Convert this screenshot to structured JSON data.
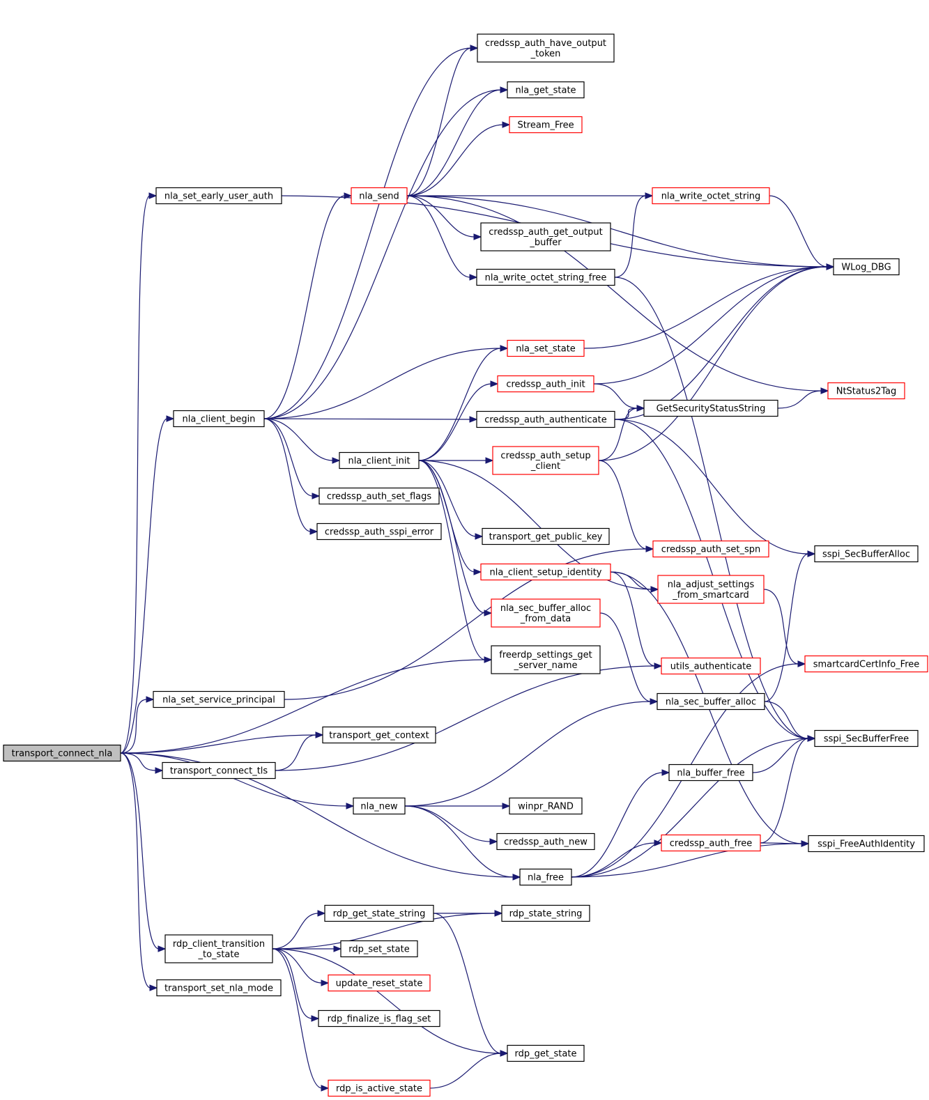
{
  "colors": {
    "edge": "#191970",
    "box_black": "#000000",
    "box_red": "#ff0000",
    "root_fill": "#bfbfbf",
    "fill": "#ffffff"
  },
  "nodes": [
    {
      "id": "transport_connect_nla",
      "lines": [
        "transport_connect_nla"
      ],
      "style": "root"
    },
    {
      "id": "nla_set_early_user_auth",
      "lines": [
        "nla_set_early_user_auth"
      ],
      "style": "black"
    },
    {
      "id": "nla_client_begin",
      "lines": [
        "nla_client_begin"
      ],
      "style": "black"
    },
    {
      "id": "nla_set_service_principal",
      "lines": [
        "nla_set_service_principal"
      ],
      "style": "black"
    },
    {
      "id": "transport_connect_tls",
      "lines": [
        "transport_connect_tls"
      ],
      "style": "black"
    },
    {
      "id": "rdp_client_transition_to_state",
      "lines": [
        "rdp_client_transition",
        "_to_state"
      ],
      "style": "black"
    },
    {
      "id": "transport_set_nla_mode",
      "lines": [
        "transport_set_nla_mode"
      ],
      "style": "black"
    },
    {
      "id": "nla_send",
      "lines": [
        "nla_send"
      ],
      "style": "red"
    },
    {
      "id": "nla_client_init",
      "lines": [
        "nla_client_init"
      ],
      "style": "black"
    },
    {
      "id": "credssp_auth_set_flags",
      "lines": [
        "credssp_auth_set_flags"
      ],
      "style": "black"
    },
    {
      "id": "credssp_auth_sspi_error",
      "lines": [
        "credssp_auth_sspi_error"
      ],
      "style": "black"
    },
    {
      "id": "transport_get_context",
      "lines": [
        "transport_get_context"
      ],
      "style": "black"
    },
    {
      "id": "nla_new",
      "lines": [
        "nla_new"
      ],
      "style": "black"
    },
    {
      "id": "rdp_get_state_string",
      "lines": [
        "rdp_get_state_string"
      ],
      "style": "black"
    },
    {
      "id": "rdp_set_state",
      "lines": [
        "rdp_set_state"
      ],
      "style": "black"
    },
    {
      "id": "update_reset_state",
      "lines": [
        "update_reset_state"
      ],
      "style": "red"
    },
    {
      "id": "rdp_finalize_is_flag_set",
      "lines": [
        "rdp_finalize_is_flag_set"
      ],
      "style": "black"
    },
    {
      "id": "rdp_is_active_state",
      "lines": [
        "rdp_is_active_state"
      ],
      "style": "red"
    },
    {
      "id": "credssp_auth_have_output_token",
      "lines": [
        "credssp_auth_have_output",
        "_token"
      ],
      "style": "black"
    },
    {
      "id": "nla_get_state",
      "lines": [
        "nla_get_state"
      ],
      "style": "black"
    },
    {
      "id": "Stream_Free",
      "lines": [
        "Stream_Free"
      ],
      "style": "red"
    },
    {
      "id": "credssp_auth_get_output_buffer",
      "lines": [
        "credssp_auth_get_output",
        "_buffer"
      ],
      "style": "black"
    },
    {
      "id": "nla_write_octet_string_free",
      "lines": [
        "nla_write_octet_string_free"
      ],
      "style": "black"
    },
    {
      "id": "nla_set_state",
      "lines": [
        "nla_set_state"
      ],
      "style": "red"
    },
    {
      "id": "credssp_auth_init",
      "lines": [
        "credssp_auth_init"
      ],
      "style": "red"
    },
    {
      "id": "credssp_auth_authenticate",
      "lines": [
        "credssp_auth_authenticate"
      ],
      "style": "black"
    },
    {
      "id": "credssp_auth_setup_client",
      "lines": [
        "credssp_auth_setup",
        "_client"
      ],
      "style": "red"
    },
    {
      "id": "transport_get_public_key",
      "lines": [
        "transport_get_public_key"
      ],
      "style": "black"
    },
    {
      "id": "nla_client_setup_identity",
      "lines": [
        "nla_client_setup_identity"
      ],
      "style": "red"
    },
    {
      "id": "nla_sec_buffer_alloc_from_data",
      "lines": [
        "nla_sec_buffer_alloc",
        "_from_data"
      ],
      "style": "red"
    },
    {
      "id": "freerdp_settings_get_server_name",
      "lines": [
        "freerdp_settings_get",
        "_server_name"
      ],
      "style": "black"
    },
    {
      "id": "winpr_RAND",
      "lines": [
        "winpr_RAND"
      ],
      "style": "black"
    },
    {
      "id": "credssp_auth_new",
      "lines": [
        "credssp_auth_new"
      ],
      "style": "black"
    },
    {
      "id": "nla_free",
      "lines": [
        "nla_free"
      ],
      "style": "black"
    },
    {
      "id": "rdp_state_string",
      "lines": [
        "rdp_state_string"
      ],
      "style": "black"
    },
    {
      "id": "rdp_get_state",
      "lines": [
        "rdp_get_state"
      ],
      "style": "black"
    },
    {
      "id": "nla_write_octet_string",
      "lines": [
        "nla_write_octet_string"
      ],
      "style": "red"
    },
    {
      "id": "GetSecurityStatusString",
      "lines": [
        "GetSecurityStatusString"
      ],
      "style": "black"
    },
    {
      "id": "credssp_auth_set_spn",
      "lines": [
        "credssp_auth_set_spn"
      ],
      "style": "red"
    },
    {
      "id": "nla_adjust_settings_from_smartcard",
      "lines": [
        "nla_adjust_settings",
        "_from_smartcard"
      ],
      "style": "red"
    },
    {
      "id": "utils_authenticate",
      "lines": [
        "utils_authenticate"
      ],
      "style": "red"
    },
    {
      "id": "nla_sec_buffer_alloc",
      "lines": [
        "nla_sec_buffer_alloc"
      ],
      "style": "black"
    },
    {
      "id": "nla_buffer_free",
      "lines": [
        "nla_buffer_free"
      ],
      "style": "black"
    },
    {
      "id": "credssp_auth_free",
      "lines": [
        "credssp_auth_free"
      ],
      "style": "red"
    },
    {
      "id": "WLog_DBG",
      "lines": [
        "WLog_DBG"
      ],
      "style": "black"
    },
    {
      "id": "NtStatus2Tag",
      "lines": [
        "NtStatus2Tag"
      ],
      "style": "red"
    },
    {
      "id": "sspi_SecBufferAlloc",
      "lines": [
        "sspi_SecBufferAlloc"
      ],
      "style": "black"
    },
    {
      "id": "smartcardCertInfo_Free",
      "lines": [
        "smartcardCertInfo_Free"
      ],
      "style": "red"
    },
    {
      "id": "sspi_SecBufferFree",
      "lines": [
        "sspi_SecBufferFree"
      ],
      "style": "black"
    },
    {
      "id": "sspi_FreeAuthIdentity",
      "lines": [
        "sspi_FreeAuthIdentity"
      ],
      "style": "black"
    }
  ],
  "edges": [
    [
      "transport_connect_nla",
      "nla_set_early_user_auth"
    ],
    [
      "transport_connect_nla",
      "nla_client_begin"
    ],
    [
      "transport_connect_nla",
      "freerdp_settings_get_server_name"
    ],
    [
      "transport_connect_nla",
      "nla_set_service_principal"
    ],
    [
      "transport_connect_nla",
      "transport_get_context"
    ],
    [
      "transport_connect_nla",
      "transport_connect_tls"
    ],
    [
      "transport_connect_nla",
      "nla_new"
    ],
    [
      "transport_connect_nla",
      "nla_free"
    ],
    [
      "transport_connect_nla",
      "rdp_client_transition_to_state"
    ],
    [
      "transport_connect_nla",
      "transport_set_nla_mode"
    ],
    [
      "nla_set_early_user_auth",
      "WLog_DBG"
    ],
    [
      "nla_client_begin",
      "credssp_auth_have_output_token"
    ],
    [
      "nla_client_begin",
      "nla_get_state"
    ],
    [
      "nla_client_begin",
      "nla_send"
    ],
    [
      "nla_client_begin",
      "nla_set_state"
    ],
    [
      "nla_client_begin",
      "credssp_auth_authenticate"
    ],
    [
      "nla_client_begin",
      "nla_client_init"
    ],
    [
      "nla_client_begin",
      "credssp_auth_set_flags"
    ],
    [
      "nla_client_begin",
      "credssp_auth_sspi_error"
    ],
    [
      "nla_send",
      "credssp_auth_have_output_token"
    ],
    [
      "nla_send",
      "nla_get_state"
    ],
    [
      "nla_send",
      "Stream_Free"
    ],
    [
      "nla_send",
      "WLog_DBG"
    ],
    [
      "nla_send",
      "nla_write_octet_string"
    ],
    [
      "nla_send",
      "credssp_auth_get_output_buffer"
    ],
    [
      "nla_send",
      "nla_write_octet_string_free"
    ],
    [
      "nla_send",
      "NtStatus2Tag"
    ],
    [
      "nla_write_octet_string_free",
      "nla_write_octet_string"
    ],
    [
      "nla_write_octet_string_free",
      "sspi_SecBufferFree"
    ],
    [
      "nla_write_octet_string",
      "WLog_DBG"
    ],
    [
      "nla_set_state",
      "WLog_DBG"
    ],
    [
      "credssp_auth_init",
      "WLog_DBG"
    ],
    [
      "credssp_auth_init",
      "GetSecurityStatusString"
    ],
    [
      "credssp_auth_authenticate",
      "WLog_DBG"
    ],
    [
      "credssp_auth_authenticate",
      "GetSecurityStatusString"
    ],
    [
      "credssp_auth_authenticate",
      "sspi_SecBufferAlloc"
    ],
    [
      "credssp_auth_authenticate",
      "sspi_SecBufferFree"
    ],
    [
      "GetSecurityStatusString",
      "NtStatus2Tag"
    ],
    [
      "nla_client_init",
      "nla_set_state"
    ],
    [
      "nla_client_init",
      "credssp_auth_init"
    ],
    [
      "nla_client_init",
      "credssp_auth_setup_client"
    ],
    [
      "nla_client_init",
      "nla_adjust_settings_from_smartcard"
    ],
    [
      "nla_client_init",
      "transport_get_public_key"
    ],
    [
      "nla_client_init",
      "nla_client_setup_identity"
    ],
    [
      "nla_client_init",
      "nla_sec_buffer_alloc_from_data"
    ],
    [
      "nla_client_init",
      "freerdp_settings_get_server_name"
    ],
    [
      "credssp_auth_setup_client",
      "GetSecurityStatusString"
    ],
    [
      "credssp_auth_setup_client",
      "WLog_DBG"
    ],
    [
      "credssp_auth_setup_client",
      "credssp_auth_set_spn"
    ],
    [
      "nla_client_setup_identity",
      "nla_adjust_settings_from_smartcard"
    ],
    [
      "nla_client_setup_identity",
      "utils_authenticate"
    ],
    [
      "nla_client_setup_identity",
      "sspi_FreeAuthIdentity"
    ],
    [
      "nla_adjust_settings_from_smartcard",
      "smartcardCertInfo_Free"
    ],
    [
      "nla_sec_buffer_alloc_from_data",
      "nla_sec_buffer_alloc"
    ],
    [
      "nla_sec_buffer_alloc",
      "sspi_SecBufferAlloc"
    ],
    [
      "nla_sec_buffer_alloc",
      "sspi_SecBufferFree"
    ],
    [
      "nla_set_service_principal",
      "credssp_auth_set_spn"
    ],
    [
      "transport_connect_tls",
      "transport_get_context"
    ],
    [
      "transport_connect_tls",
      "utils_authenticate"
    ],
    [
      "nla_new",
      "nla_sec_buffer_alloc"
    ],
    [
      "nla_new",
      "winpr_RAND"
    ],
    [
      "nla_new",
      "credssp_auth_new"
    ],
    [
      "nla_new",
      "nla_free"
    ],
    [
      "nla_free",
      "smartcardCertInfo_Free"
    ],
    [
      "nla_free",
      "nla_buffer_free"
    ],
    [
      "nla_free",
      "sspi_SecBufferFree"
    ],
    [
      "nla_free",
      "credssp_auth_free"
    ],
    [
      "nla_free",
      "sspi_FreeAuthIdentity"
    ],
    [
      "nla_buffer_free",
      "sspi_SecBufferFree"
    ],
    [
      "credssp_auth_free",
      "sspi_SecBufferFree"
    ],
    [
      "credssp_auth_free",
      "sspi_FreeAuthIdentity"
    ],
    [
      "rdp_client_transition_to_state",
      "rdp_state_string"
    ],
    [
      "rdp_client_transition_to_state",
      "rdp_get_state_string"
    ],
    [
      "rdp_client_transition_to_state",
      "rdp_set_state"
    ],
    [
      "rdp_client_transition_to_state",
      "update_reset_state"
    ],
    [
      "rdp_client_transition_to_state",
      "rdp_finalize_is_flag_set"
    ],
    [
      "rdp_client_transition_to_state",
      "rdp_get_state"
    ],
    [
      "rdp_client_transition_to_state",
      "rdp_is_active_state"
    ],
    [
      "rdp_get_state_string",
      "rdp_state_string"
    ],
    [
      "rdp_get_state_string",
      "rdp_get_state"
    ],
    [
      "rdp_is_active_state",
      "rdp_get_state"
    ]
  ]
}
